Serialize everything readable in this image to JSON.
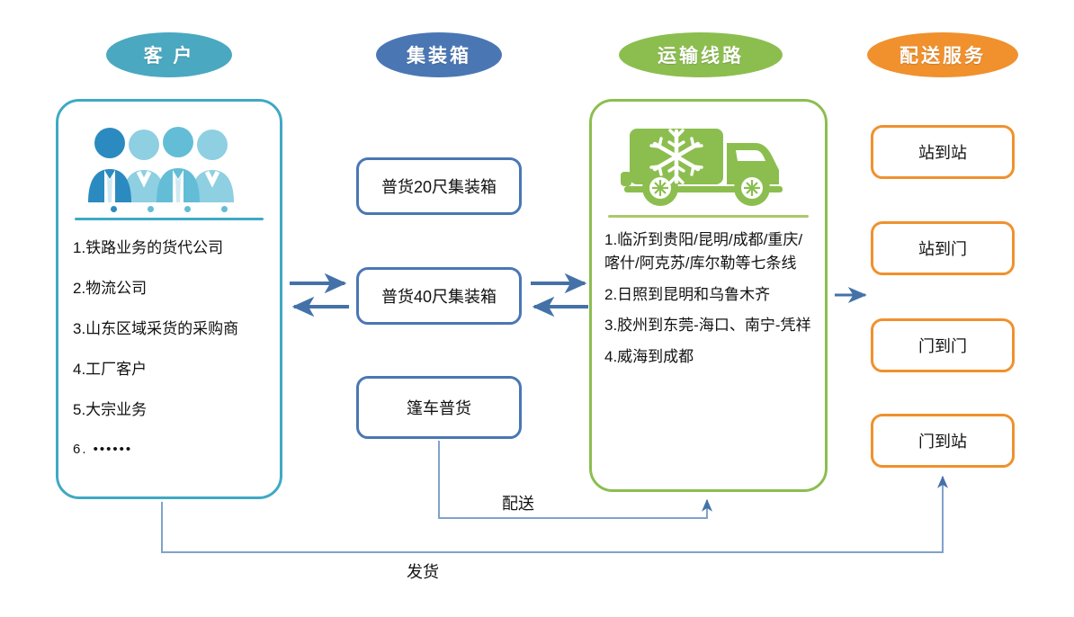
{
  "sections": {
    "customer": {
      "title": "客 户",
      "color": "#4aa8c0"
    },
    "container": {
      "title": "集装箱",
      "color": "#4a77b4"
    },
    "route": {
      "title": "运输线路",
      "color": "#8cbe4f"
    },
    "delivery": {
      "title": "配送服务",
      "color": "#f0912d"
    }
  },
  "customer_panel": {
    "icon": "people-group-icon",
    "items": [
      "1.铁路业务的货代公司",
      "2.物流公司",
      "3.山东区域采货的采购商",
      "4.工厂客户",
      "5.大宗业务",
      "6. ••••••"
    ]
  },
  "container_boxes": [
    {
      "label": "普货20尺集装箱"
    },
    {
      "label": "普货40尺集装箱"
    },
    {
      "label": "篷车普货"
    }
  ],
  "route_panel": {
    "icon": "refrigerated-truck-icon",
    "items": [
      "1.临沂到贵阳/昆明/成都/重庆/喀什/阿克苏/库尔勒等七条线",
      "2.日照到昆明和乌鲁木齐",
      "3.胶州到东莞-海口、南宁-凭祥",
      "4.威海到成都"
    ]
  },
  "delivery_boxes": [
    {
      "label": "站到站"
    },
    {
      "label": "站到门"
    },
    {
      "label": "门到门"
    },
    {
      "label": "门到站"
    }
  ],
  "flow_labels": {
    "peisong": "配送",
    "fahuo": "发货"
  },
  "colors": {
    "teal": "#3fa9c4",
    "blue": "#4a77b4",
    "green": "#8cbe4f",
    "orange": "#f0912d",
    "arrow_blue": "#4472a8",
    "connector_blue": "#7fa2cc"
  }
}
